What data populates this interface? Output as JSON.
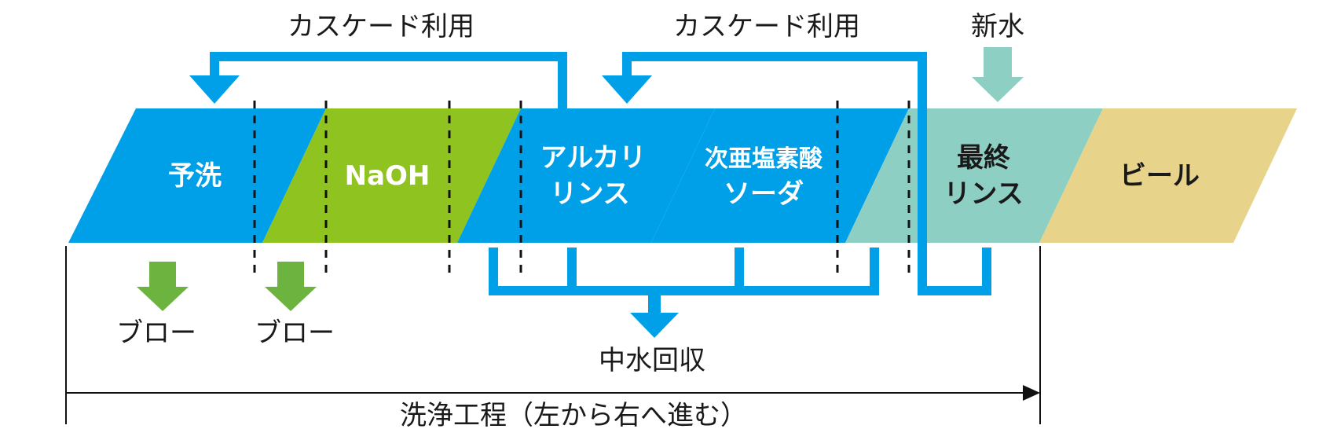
{
  "colors": {
    "blue": "#00A0E9",
    "green": "#8FC31F",
    "teal": "#8ECFC4",
    "tan": "#E7D38A",
    "blow_arrow": "#6DB33F",
    "text_dark": "#1a1a1a",
    "text_light": "#ffffff"
  },
  "stages": [
    {
      "id": "pre-wash",
      "lines": [
        "予洗"
      ]
    },
    {
      "id": "naoh",
      "lines": [
        "NaOH"
      ]
    },
    {
      "id": "alkali-rinse",
      "lines": [
        "アルカリ",
        "リンス"
      ]
    },
    {
      "id": "hypochlorite",
      "lines": [
        "次亜塩素酸",
        "ソーダ"
      ]
    },
    {
      "id": "final-rinse",
      "lines": [
        "最終",
        "リンス"
      ]
    },
    {
      "id": "beer",
      "lines": [
        "ビール"
      ]
    }
  ],
  "labels": {
    "cascade_left": "カスケード利用",
    "cascade_right": "カスケード利用",
    "fresh_water": "新水",
    "blow_1": "ブロー",
    "blow_2": "ブロー",
    "gray_water_recovery": "中水回収",
    "process_direction": "洗浄工程（左から右へ進む）"
  }
}
